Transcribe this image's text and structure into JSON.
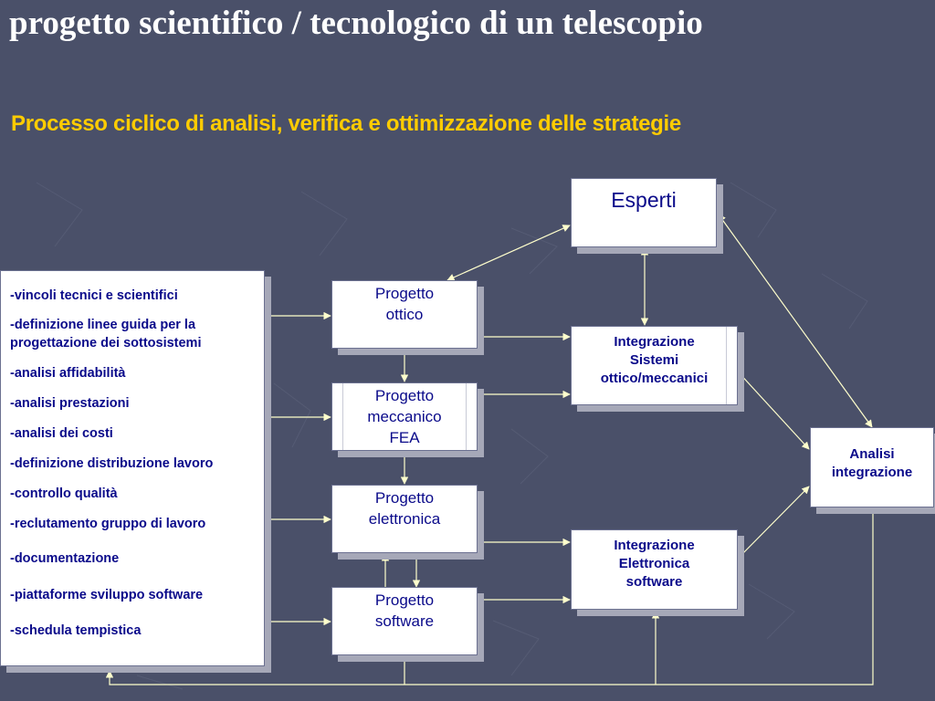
{
  "slide": {
    "title": "progetto scientifico / tecnologico di un telescopio",
    "subtitle": "Processo ciclico di analisi, verifica e ottimizzazione delle strategie"
  },
  "diagram": {
    "list_items": [
      "-vincoli tecnici e scientifici",
      "-definizione linee guida per la progettazione dei sottosistemi",
      "-analisi affidabilità",
      "-analisi prestazioni",
      "-analisi dei costi",
      "-definizione distribuzione lavoro",
      "-controllo qualità",
      "-reclutamento gruppo di lavoro",
      "-documentazione",
      "-piattaforme sviluppo software",
      "-schedula tempistica"
    ],
    "nodes": {
      "esperti": "Esperti",
      "progetto_ottico": "Progetto ottico",
      "progetto_meccanico": "Progetto meccanico FEA",
      "progetto_elettronica": "Progetto elettronica",
      "progetto_software": "Progetto software",
      "integrazione_sistemi": "Integrazione Sistemi ottico/meccanici",
      "integrazione_elettronica": "Integrazione Elettronica software",
      "analisi_integrazione": "Analisi integrazione"
    },
    "colors": {
      "background": "#4a5069",
      "title": "#ffffff",
      "subtitle": "#ffcc00",
      "box_text": "#0a0a8a",
      "connector": "#ffffcc"
    }
  }
}
